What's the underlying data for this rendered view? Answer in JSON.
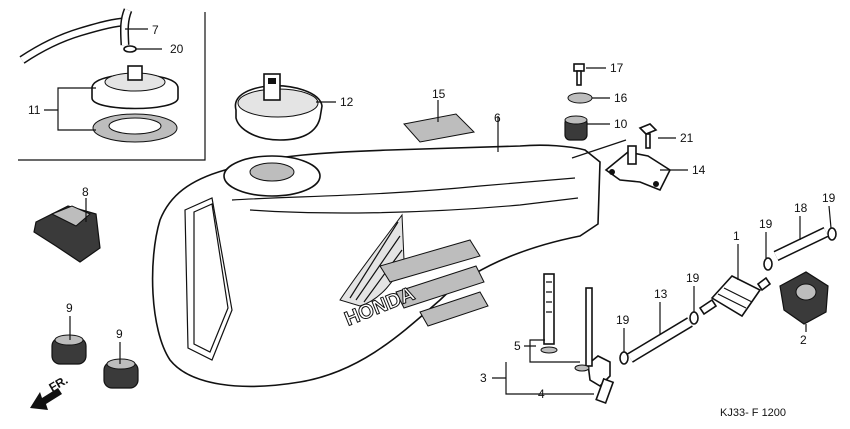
{
  "diagram": {
    "code": "KJ33- F 1200",
    "front_marker": "FR.",
    "brand_text": "HONDA",
    "callouts": [
      {
        "id": "c7",
        "label": "7"
      },
      {
        "id": "c20",
        "label": "20"
      },
      {
        "id": "c11",
        "label": "11"
      },
      {
        "id": "c12",
        "label": "12"
      },
      {
        "id": "c15",
        "label": "15"
      },
      {
        "id": "c6",
        "label": "6"
      },
      {
        "id": "c17",
        "label": "17"
      },
      {
        "id": "c16",
        "label": "16"
      },
      {
        "id": "c10",
        "label": "10"
      },
      {
        "id": "c21",
        "label": "21"
      },
      {
        "id": "c14",
        "label": "14"
      },
      {
        "id": "c8",
        "label": "8"
      },
      {
        "id": "c9a",
        "label": "9"
      },
      {
        "id": "c9b",
        "label": "9"
      },
      {
        "id": "c19a",
        "label": "19"
      },
      {
        "id": "c19b",
        "label": "19"
      },
      {
        "id": "c19c",
        "label": "19"
      },
      {
        "id": "c18",
        "label": "18"
      },
      {
        "id": "c1",
        "label": "1"
      },
      {
        "id": "c13",
        "label": "13"
      },
      {
        "id": "c2",
        "label": "2"
      },
      {
        "id": "c5",
        "label": "5"
      },
      {
        "id": "c3",
        "label": "3"
      },
      {
        "id": "c4",
        "label": "4"
      }
    ]
  }
}
